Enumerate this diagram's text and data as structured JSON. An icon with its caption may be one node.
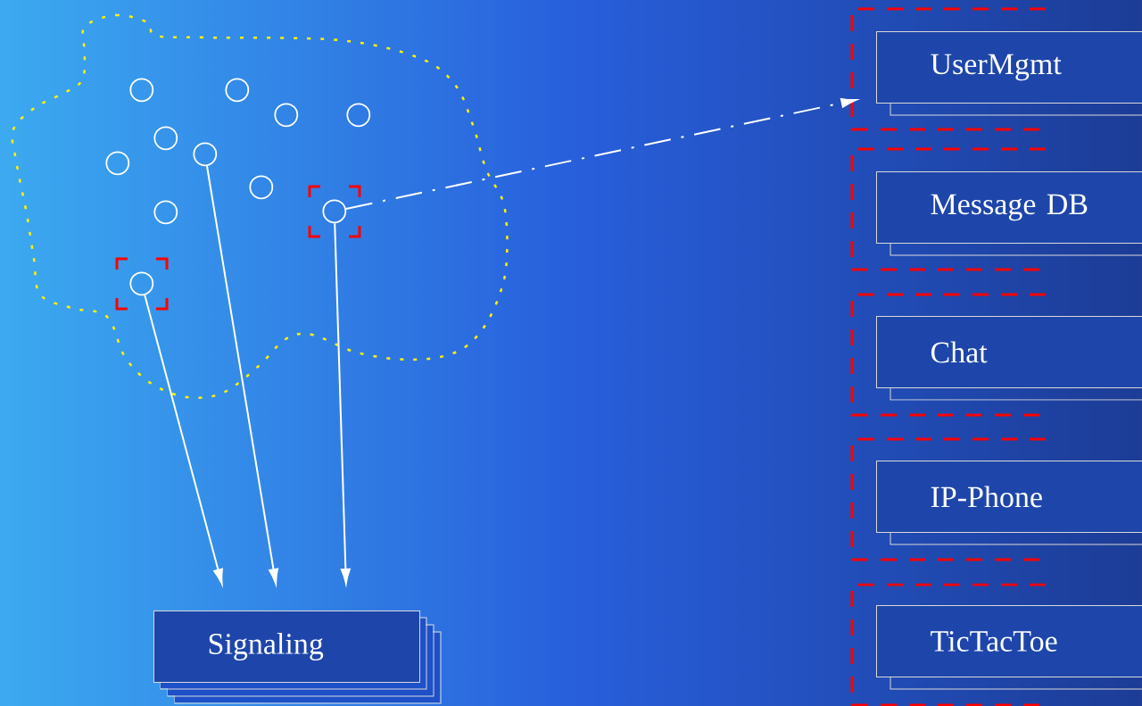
{
  "diagram": {
    "nodes": [
      {
        "text": [],
        "shape": "cloud"
      },
      {
        "text": [],
        "shape": "circle",
        "in": 0
      },
      {
        "text": [],
        "shape": "circle",
        "in": 0
      },
      {
        "text": [],
        "shape": "circle",
        "in": 0
      },
      {
        "text": [],
        "shape": "circle",
        "in": 0
      },
      {
        "text": [],
        "shape": "circle",
        "in": 0
      },
      {
        "text": [],
        "shape": "circle",
        "in": 0
      },
      {
        "text": [],
        "shape": "circle",
        "in": 0
      },
      {
        "text": [],
        "shape": "circle",
        "in": 0
      },
      {
        "text": [],
        "shape": "circle",
        "in": 0
      },
      {
        "text": [],
        "shape": "circle",
        "in": 0
      },
      {
        "text": [],
        "shape": "circle",
        "in": 0
      },
      {
        "text": [
          "Signaling"
        ]
      },
      {
        "text": [
          "UserMgmt"
        ]
      },
      {
        "text": [
          "Message  DB"
        ]
      },
      {
        "text": [
          "Chat"
        ]
      },
      {
        "text": [
          "IP-Phone"
        ]
      },
      {
        "text": [
          "TicTacToe"
        ]
      }
    ],
    "edges": [
      {
        "from": 11,
        "to": 12,
        "arrow": "to"
      },
      {
        "from": 6,
        "to": 12,
        "arrow": "to"
      },
      {
        "from": 9,
        "to": 12,
        "arrow": "to"
      },
      {
        "from": 9,
        "to": 13,
        "arrow": "to",
        "style": "dashed"
      }
    ]
  }
}
